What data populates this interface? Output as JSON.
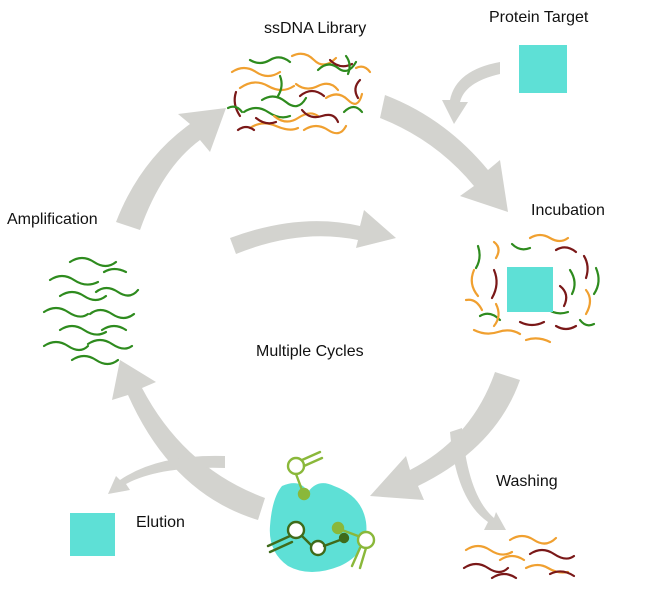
{
  "labels": {
    "library": "ssDNA Library",
    "target": "Protein Target",
    "incubation": "Incubation",
    "amplification": "Amplification",
    "cycles": "Multiple Cycles",
    "washing": "Washing",
    "elution": "Elution"
  },
  "colors": {
    "arrow": "#d3d3cf",
    "protein": "#5ee0d6",
    "strand_green": "#2e8b1e",
    "strand_orange": "#f0a030",
    "strand_maroon": "#7a1818",
    "aptamer_light": "#8ab83a",
    "aptamer_dark": "#3f6b1a"
  }
}
